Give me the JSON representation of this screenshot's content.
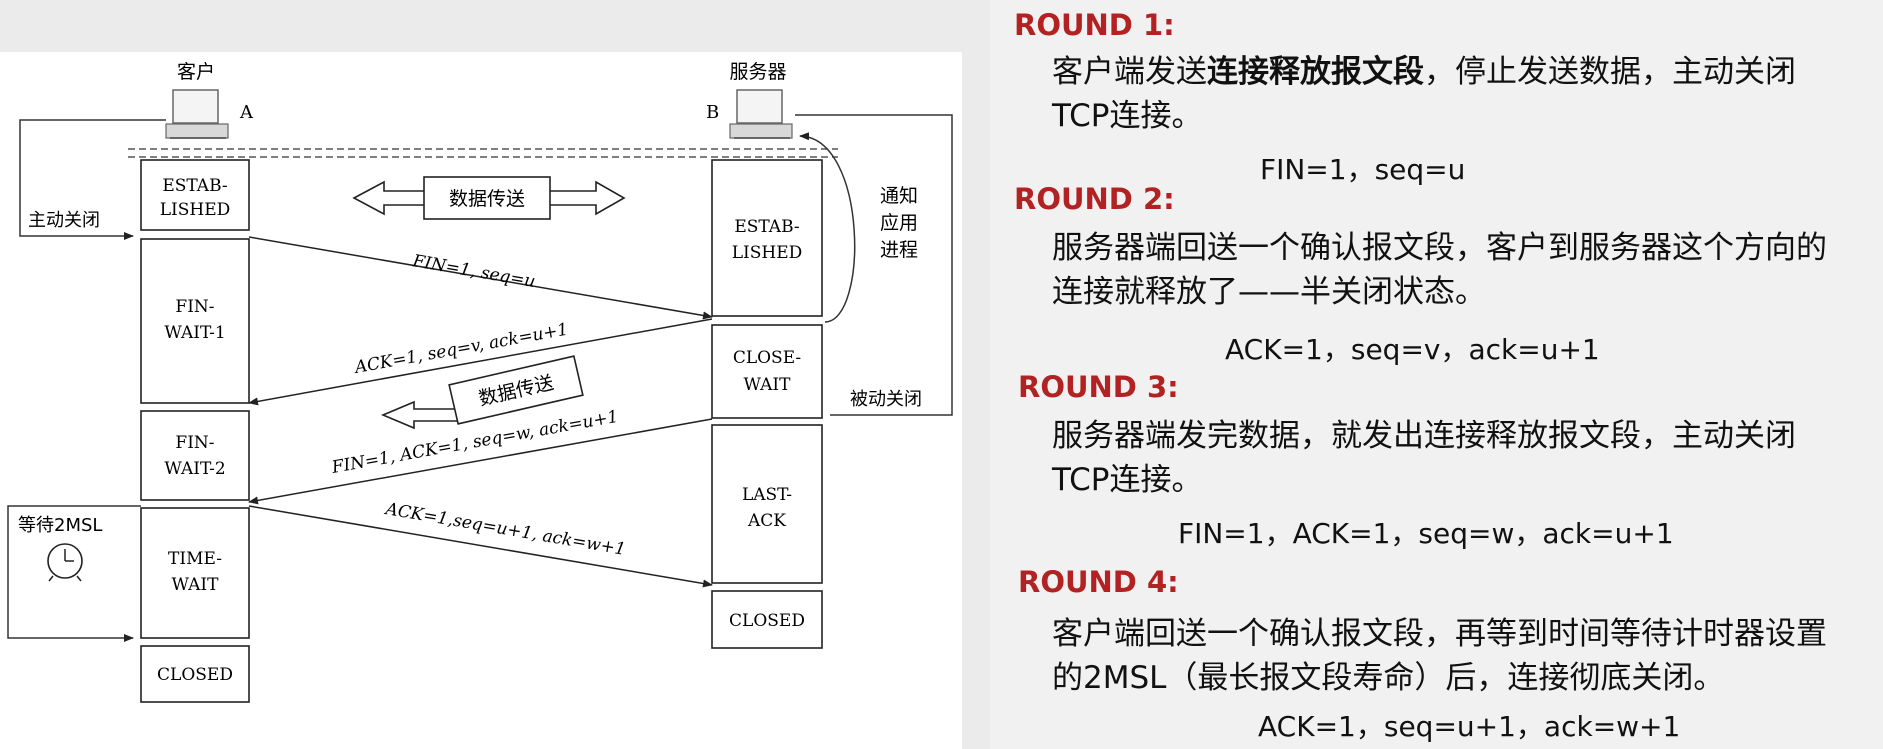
{
  "diagram": {
    "client_label": "客户",
    "server_label": "服务器",
    "host_a": "A",
    "host_b": "B",
    "active_close_label": "主动关闭",
    "passive_close_label": "被动关闭",
    "notify_app_lines": [
      "通知",
      "应用",
      "进程"
    ],
    "data_transfer_label": "数据传送",
    "data_transfer_label_2": "数据传送",
    "wait_label": "等待2MSL",
    "client_states": [
      [
        "ESTAB-",
        "LISHED"
      ],
      [
        "FIN-",
        "WAIT-1"
      ],
      [
        "FIN-",
        "WAIT-2"
      ],
      [
        "TIME-",
        "WAIT"
      ],
      [
        "CLOSED"
      ]
    ],
    "server_states": [
      [
        "ESTAB-",
        "LISHED"
      ],
      [
        "CLOSE-",
        "WAIT"
      ],
      [
        "LAST-",
        "ACK"
      ],
      [
        "CLOSED"
      ]
    ],
    "messages": [
      "FIN=1, seq=u",
      "ACK=1, seq=v, ack=u+1",
      "FIN=1, ACK=1, seq=w, ack=u+1",
      "ACK=1,seq=u+1, ack=w+1"
    ]
  },
  "rounds": [
    {
      "title": "ROUND 1:",
      "desc_pre": "客户端发送",
      "desc_bold": "连接释放报文段",
      "desc_post": "，停止发送数据，主动关闭TCP连接。",
      "formula": "FIN=1，seq=u"
    },
    {
      "title": "ROUND 2:",
      "desc": "服务器端回送一个确认报文段，客户到服务器这个方向的连接就释放了——半关闭状态。",
      "formula": "ACK=1，seq=v，ack=u+1"
    },
    {
      "title": "ROUND 3:",
      "desc": "服务器端发完数据，就发出连接释放报文段，主动关闭TCP连接。",
      "formula": "FIN=1，ACK=1，seq=w，ack=u+1"
    },
    {
      "title": "ROUND 4:",
      "desc": "客户端回送一个确认报文段，再等到时间等待计时器设置的2MSL（最长报文段寿命）后，连接彻底关闭。",
      "formula": "ACK=1，seq=u+1，ack=w+1"
    }
  ],
  "colors": {
    "round_title": "#b22222",
    "background": "#ebebeb",
    "diagram_bg": "#ffffff"
  }
}
